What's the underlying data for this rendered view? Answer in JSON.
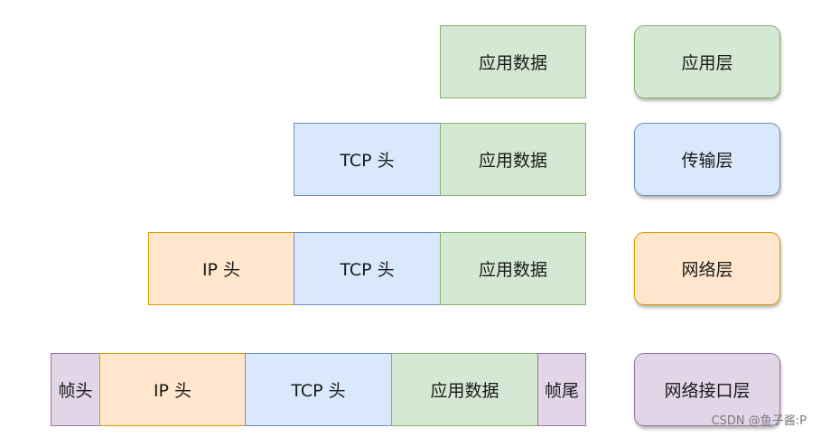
{
  "rows": {
    "application": {
      "data_label": "应用数据",
      "layer_label": "应用层"
    },
    "transport": {
      "tcp_header": "TCP 头",
      "data_label": "应用数据",
      "layer_label": "传输层"
    },
    "network": {
      "ip_header": "IP 头",
      "tcp_header": "TCP 头",
      "data_label": "应用数据",
      "layer_label": "网络层"
    },
    "link": {
      "frame_header": "帧头",
      "ip_header": "IP 头",
      "tcp_header": "TCP 头",
      "data_label": "应用数据",
      "frame_trailer": "帧尾",
      "layer_label": "网络接口层"
    }
  },
  "colors": {
    "app": "#d5e8d4",
    "transport": "#dae8fc",
    "network": "#ffe6cc",
    "link": "#e1d5e7"
  },
  "watermark": "CSDN @鱼子酱:P"
}
